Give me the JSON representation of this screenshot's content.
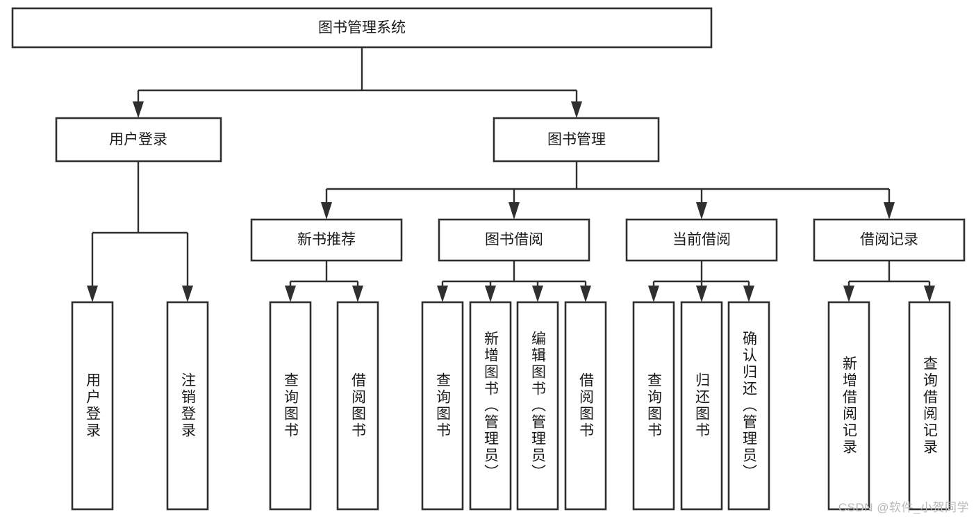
{
  "diagram": {
    "type": "tree-hierarchy",
    "title": "图书管理系统",
    "watermark": "CSDN @软件_小贺同学",
    "colors": {
      "box_stroke": "#2f2f2f",
      "box_fill": "#ffffff",
      "text": "#1a1a1a",
      "line": "#2f2f2f",
      "watermark": "#b9b9b9",
      "background": "#ffffff"
    },
    "root": {
      "label": "图书管理系统"
    },
    "level2": [
      {
        "label": "用户登录"
      },
      {
        "label": "图书管理"
      }
    ],
    "level3": [
      {
        "label": "新书推荐"
      },
      {
        "label": "图书借阅"
      },
      {
        "label": "当前借阅"
      },
      {
        "label": "借阅记录"
      }
    ],
    "leaves": {
      "user_login": [
        {
          "label": "用户登录"
        },
        {
          "label": "注销登录"
        }
      ],
      "new_book": [
        {
          "label": "查询图书"
        },
        {
          "label": "借阅图书"
        }
      ],
      "book_borrow": [
        {
          "label": "查询图书"
        },
        {
          "label": "新增图书（管理员）"
        },
        {
          "label": "编辑图书（管理员）"
        },
        {
          "label": "借阅图书"
        }
      ],
      "current_borrow": [
        {
          "label": "查询图书"
        },
        {
          "label": "归还图书"
        },
        {
          "label": "确认归还（管理员）"
        }
      ],
      "borrow_record": [
        {
          "label": "新增借阅记录"
        },
        {
          "label": "查询借阅记录"
        }
      ]
    }
  }
}
